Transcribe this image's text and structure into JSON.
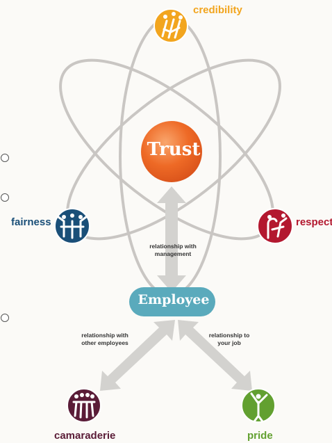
{
  "center": {
    "label": "Trust"
  },
  "employee": {
    "label": "Employee"
  },
  "dimensions": {
    "credibility": "credibility",
    "fairness": "fairness",
    "respect": "respect",
    "camaraderie": "camaraderie",
    "pride": "pride"
  },
  "relationships": {
    "management": "relationship with\nmanagement",
    "other_employees": "relationship with\nother employees",
    "job": "relationship to\nyour job"
  },
  "colors": {
    "credibility": "#f2a51e",
    "fairness": "#1a4f78",
    "respect": "#b3182f",
    "camaraderie": "#5a1c37",
    "pride": "#62a030",
    "trust": "#ee6a26",
    "employee": "#5aaabc",
    "orbit": "#c9c6c3",
    "arrow": "#d3d2cf"
  },
  "icons": {
    "credibility": "people-climbing-icon",
    "fairness": "people-balance-icon",
    "respect": "people-greeting-icon",
    "camaraderie": "group-people-icon",
    "pride": "person-celebrating-icon"
  }
}
